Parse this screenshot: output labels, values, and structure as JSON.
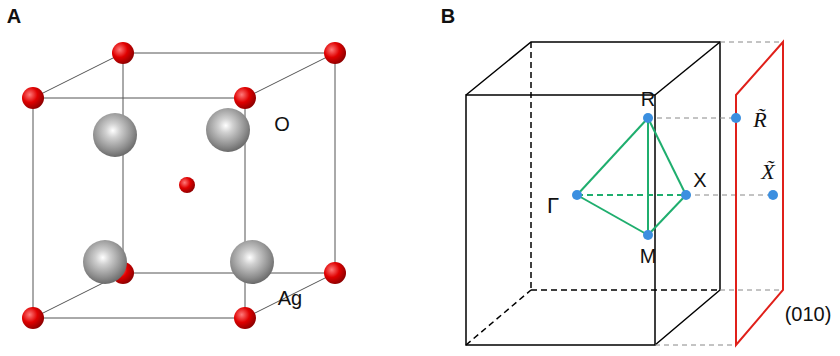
{
  "diagram": {
    "labels": [
      "A",
      "O",
      "Ag",
      "B",
      "R",
      "X",
      "Γ",
      "M",
      "R̃",
      "X̃",
      "(010)"
    ]
  }
}
